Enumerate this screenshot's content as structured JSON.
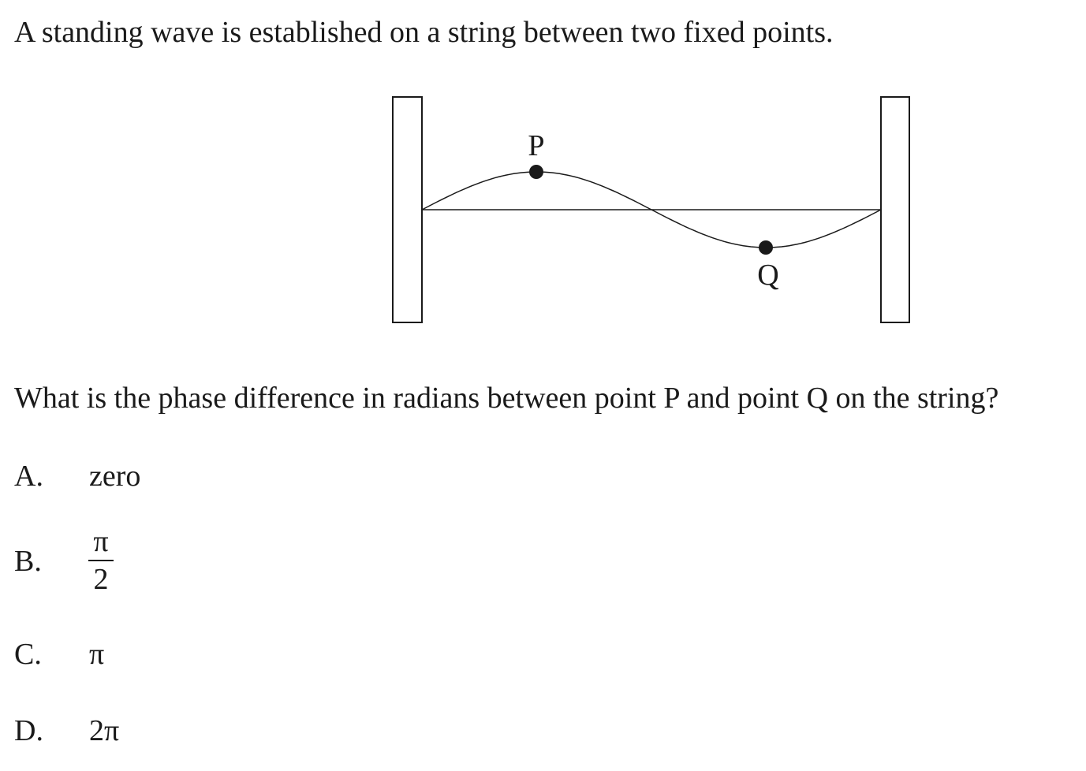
{
  "question": {
    "intro": "A standing wave is established on a string between two fixed points.",
    "prompt": "What is the phase difference in radians between point P and point Q on the string?"
  },
  "diagram": {
    "label_p": "P",
    "label_q": "Q"
  },
  "options": [
    {
      "letter": "A.",
      "value": "zero"
    },
    {
      "letter": "B.",
      "numerator": "π",
      "denominator": "2"
    },
    {
      "letter": "C.",
      "value": "π"
    },
    {
      "letter": "D.",
      "value": "2π"
    }
  ]
}
